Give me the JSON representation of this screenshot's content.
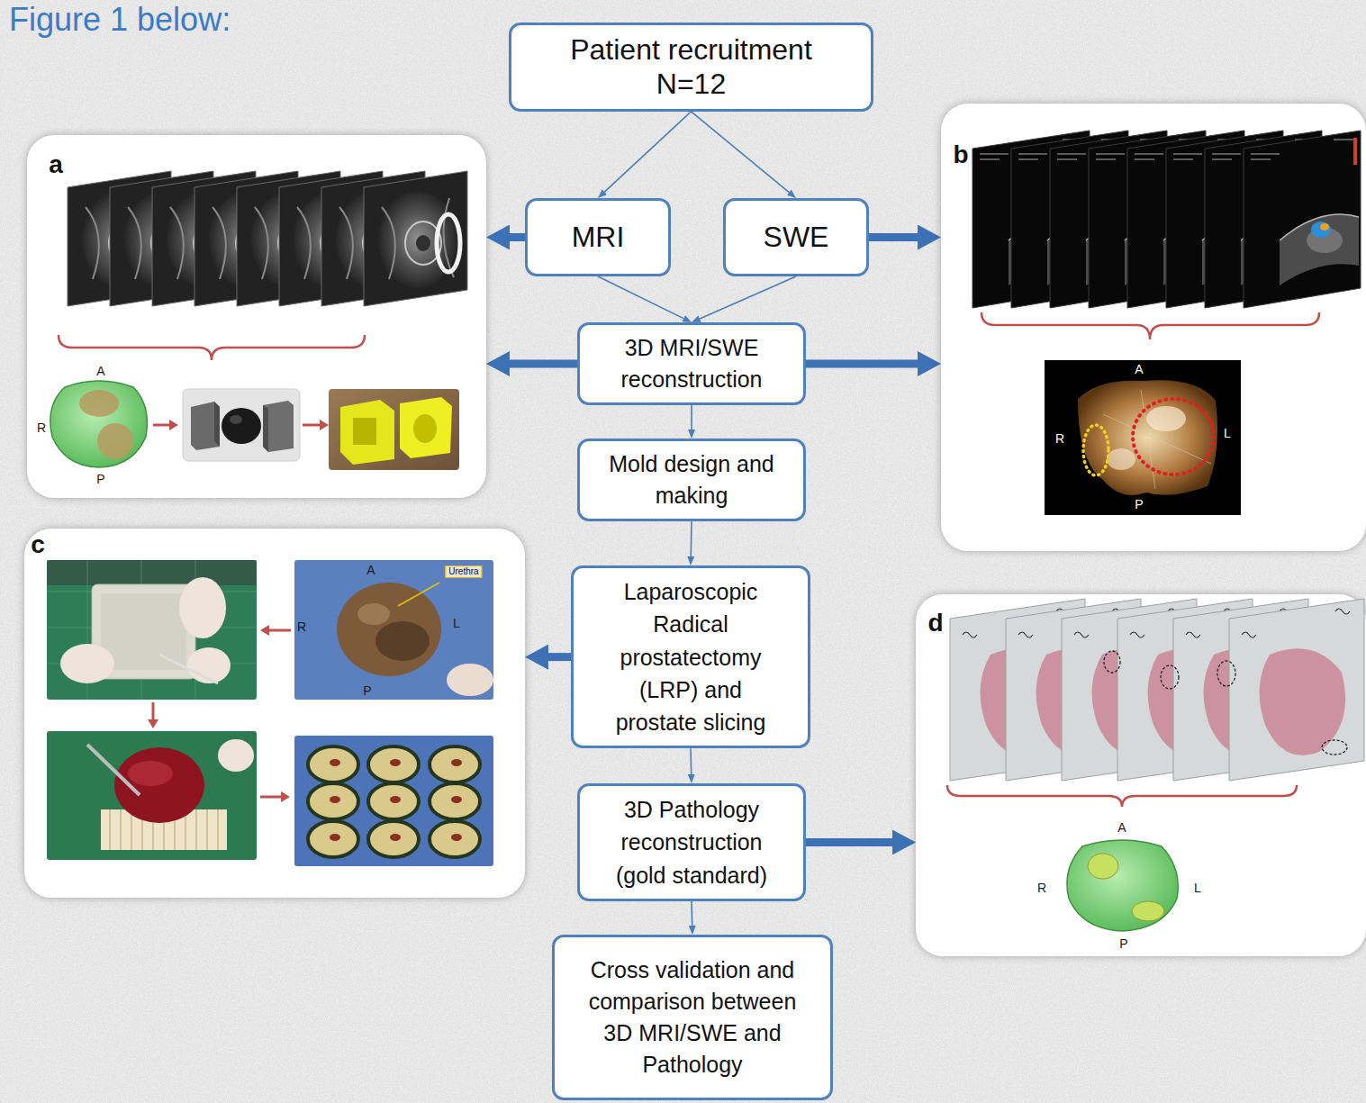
{
  "diagram": {
    "title": "Figure 1 below:",
    "nodes": [
      {
        "text": [
          "Patient recruitment",
          "N=12"
        ]
      },
      {
        "text": [
          "MRI"
        ]
      },
      {
        "text": [
          "SWE"
        ]
      },
      {
        "text": [
          "3D MRI/SWE reconstruction"
        ]
      },
      {
        "text": [
          "Mold design and making"
        ]
      },
      {
        "text": [
          "Laparoscopic Radical prostatectomy (LRP) and prostate slicing"
        ]
      },
      {
        "text": [
          "3D Pathology reconstruction (gold standard)"
        ]
      },
      {
        "text": [
          "Cross validation and comparison between 3D MRI/SWE and Pathology"
        ]
      },
      {
        "text": [
          "a"
        ]
      },
      {
        "text": [
          "b"
        ]
      },
      {
        "text": [
          "c"
        ]
      },
      {
        "text": [
          "d"
        ]
      }
    ],
    "edges": [
      {
        "from": 0,
        "to": 1,
        "arrow": "to"
      },
      {
        "from": 0,
        "to": 2,
        "arrow": "to"
      },
      {
        "from": 1,
        "to": 3,
        "arrow": "to"
      },
      {
        "from": 2,
        "to": 3,
        "arrow": "to"
      },
      {
        "from": 3,
        "to": 4,
        "arrow": "to"
      },
      {
        "from": 4,
        "to": 5,
        "arrow": "to"
      },
      {
        "from": 5,
        "to": 6,
        "arrow": "to"
      },
      {
        "from": 6,
        "to": 7,
        "arrow": "to"
      },
      {
        "from": 1,
        "to": 8,
        "arrow": "to"
      },
      {
        "from": 2,
        "to": 9,
        "arrow": "to"
      },
      {
        "from": 3,
        "to": 8,
        "arrow": "to"
      },
      {
        "from": 3,
        "to": 9,
        "arrow": "to"
      },
      {
        "from": 5,
        "to": 10,
        "arrow": "to"
      },
      {
        "from": 6,
        "to": 11,
        "arrow": "to"
      }
    ],
    "labels": [
      "A",
      "R",
      "P",
      "A",
      "R",
      "L",
      "P",
      "Urethra",
      "A",
      "R",
      "L",
      "P",
      "A",
      "R",
      "L",
      "P"
    ]
  }
}
